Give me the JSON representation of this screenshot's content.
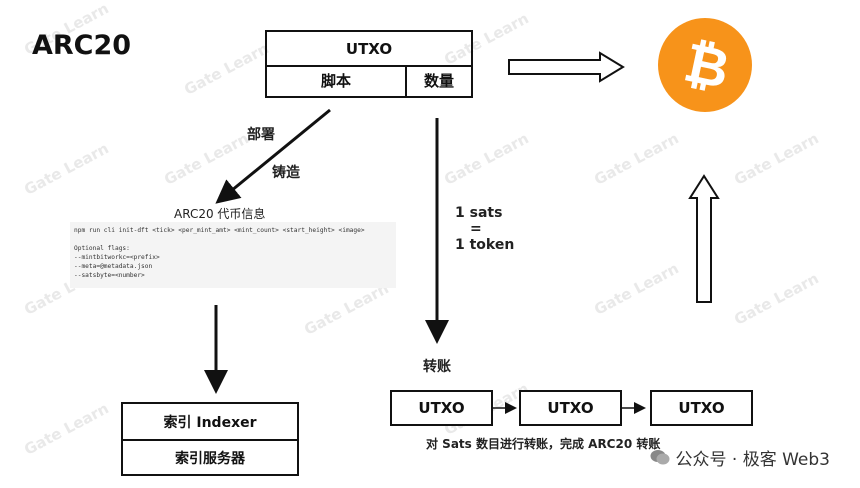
{
  "title": "ARC20",
  "utxo_top": {
    "header": "UTXO",
    "script": "脚本",
    "amount": "数量"
  },
  "deploy_label": "部署",
  "mint_label": "铸造",
  "info_title": "ARC20 代币信息",
  "code_lines": [
    "npm run cli init-dft <tick> <per_mint_amt> <mint_count> <start_height> <image>",
    "",
    "Optional flags:",
    "--mintbitworkc=<prefix>",
    "--meta=@metadata.json",
    "--satsbyte=<number>"
  ],
  "indexer": {
    "top": "索引 Indexer",
    "bottom": "索引服务器"
  },
  "ratio": {
    "line1": "1 sats",
    "line2": "=",
    "line3": "1 token"
  },
  "transfer_label": "转账",
  "chain": [
    "UTXO",
    "UTXO",
    "UTXO"
  ],
  "chain_caption": "对 Sats 数目进行转账，完成 ARC20 转账",
  "footer": "公众号 · 极客 Web3",
  "watermark": "Gate Learn",
  "colors": {
    "bitcoin": "#F7931A",
    "line": "#111111"
  }
}
